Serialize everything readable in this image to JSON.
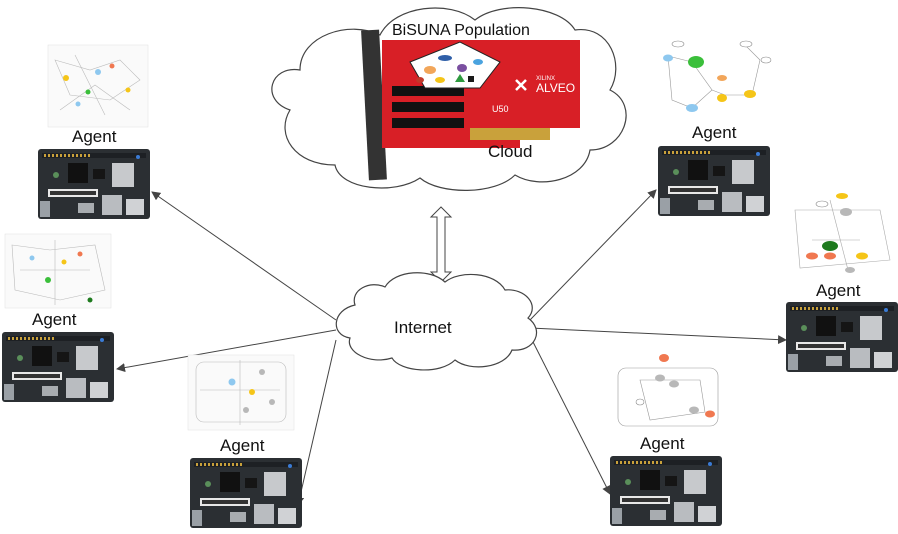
{
  "cloud": {
    "title": "BiSUNA Population",
    "label": "Cloud",
    "card_brand": "XILINX",
    "card_product": "ALVEO",
    "card_model": "U50"
  },
  "internet": {
    "label": "Internet"
  },
  "agents": [
    {
      "label": "Agent"
    },
    {
      "label": "Agent"
    },
    {
      "label": "Agent"
    },
    {
      "label": "Agent"
    },
    {
      "label": "Agent"
    },
    {
      "label": "Agent"
    }
  ],
  "colors": {
    "card_red": "#d81f26",
    "board_dark": "#2b2f33",
    "arrow": "#444444",
    "node_yellow": "#f5c518",
    "node_blue": "#8ec8ef",
    "node_green": "#3bbf3b",
    "node_orange": "#f07850",
    "node_gray": "#b8b8b8"
  }
}
